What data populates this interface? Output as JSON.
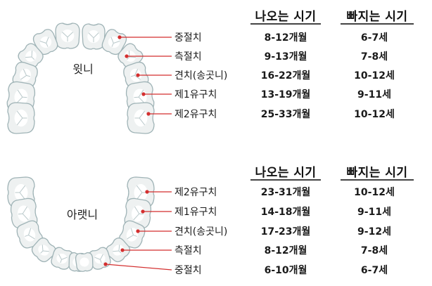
{
  "upper": {
    "label": "윗니",
    "headers": {
      "erupt": "나오는 시기",
      "shed": "빠지는 시기"
    },
    "rows": [
      {
        "name": "중절치",
        "erupt": "8-12개월",
        "shed": "6-7세"
      },
      {
        "name": "측절치",
        "erupt": "9-13개월",
        "shed": "7-8세"
      },
      {
        "name": "견치(송곳니)",
        "erupt": "16-22개월",
        "shed": "10-12세"
      },
      {
        "name": "제1유구치",
        "erupt": "13-19개월",
        "shed": "9-11세"
      },
      {
        "name": "제2유구치",
        "erupt": "25-33개월",
        "shed": "10-12세"
      }
    ]
  },
  "lower": {
    "label": "아랫니",
    "headers": {
      "erupt": "나오는 시기",
      "shed": "빠지는 시기"
    },
    "rows": [
      {
        "name": "제2유구치",
        "erupt": "23-31개월",
        "shed": "10-12세"
      },
      {
        "name": "제1유구치",
        "erupt": "14-18개월",
        "shed": "9-11세"
      },
      {
        "name": "견치(송곳니)",
        "erupt": "17-23개월",
        "shed": "9-12세"
      },
      {
        "name": "측절치",
        "erupt": "8-12개월",
        "shed": "7-8세"
      },
      {
        "name": "중절치",
        "erupt": "6-10개월",
        "shed": "6-7세"
      }
    ]
  },
  "colors": {
    "leader": "#d32f2f",
    "tooth_fill": "#eef1f1",
    "tooth_outline": "#9fb3b6"
  }
}
